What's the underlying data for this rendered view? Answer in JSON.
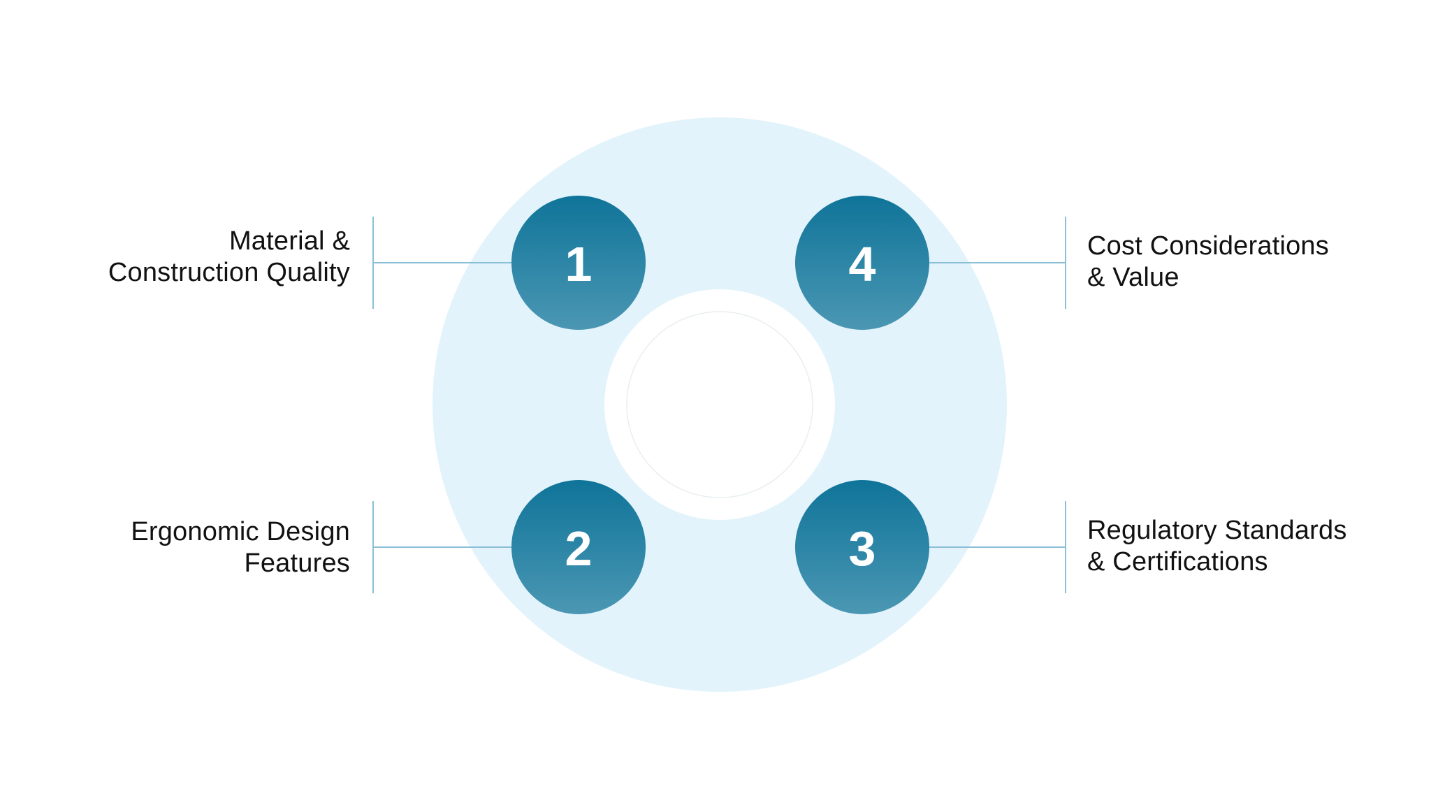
{
  "colors": {
    "background": "#ffffff",
    "ring": "#e2f3fb",
    "node_top": "#0f7499",
    "node_bottom": "#4b97b3",
    "connector": "#8bbfd6",
    "text": "#111111"
  },
  "items": [
    {
      "number": "1",
      "lines": [
        "Material &",
        "Construction Quality"
      ]
    },
    {
      "number": "2",
      "lines": [
        "Ergonomic Design",
        "Features"
      ]
    },
    {
      "number": "3",
      "lines": [
        "Regulatory Standards",
        "& Certifications"
      ]
    },
    {
      "number": "4",
      "lines": [
        "Cost Considerations",
        "& Value"
      ]
    }
  ]
}
